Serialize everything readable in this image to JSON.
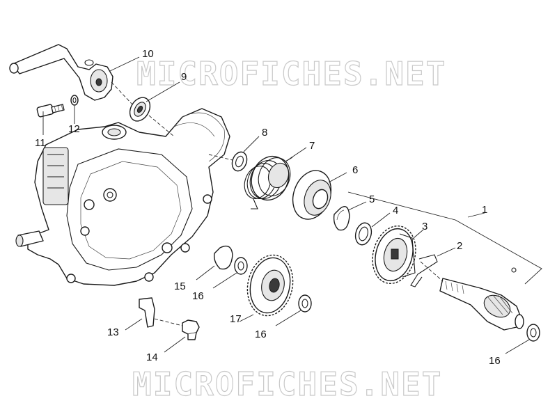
{
  "watermark": {
    "text_top": "MICROFICHES.NET",
    "text_bottom": "MICROFICHES.NET"
  },
  "callouts": [
    {
      "id": "1",
      "label": "1"
    },
    {
      "id": "2",
      "label": "2"
    },
    {
      "id": "3",
      "label": "3"
    },
    {
      "id": "4",
      "label": "4"
    },
    {
      "id": "5",
      "label": "5"
    },
    {
      "id": "6",
      "label": "6"
    },
    {
      "id": "7",
      "label": "7"
    },
    {
      "id": "8",
      "label": "8"
    },
    {
      "id": "9",
      "label": "9"
    },
    {
      "id": "10",
      "label": "10"
    },
    {
      "id": "11",
      "label": "11"
    },
    {
      "id": "12",
      "label": "12"
    },
    {
      "id": "13",
      "label": "13"
    },
    {
      "id": "14",
      "label": "14"
    },
    {
      "id": "15",
      "label": "15"
    },
    {
      "id": "16a",
      "label": "16"
    },
    {
      "id": "16b",
      "label": "16"
    },
    {
      "id": "16c",
      "label": "16"
    },
    {
      "id": "17",
      "label": "17"
    }
  ]
}
